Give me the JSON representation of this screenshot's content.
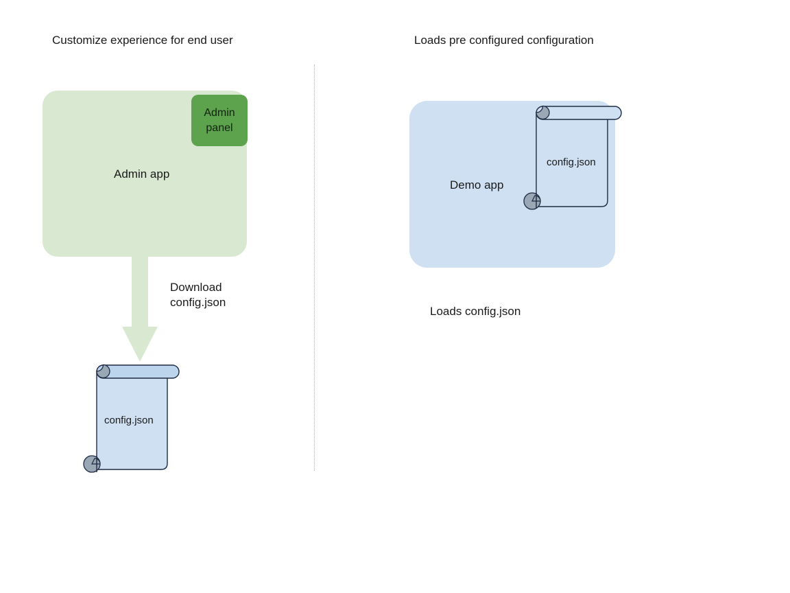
{
  "diagram": {
    "background_color": "#ffffff",
    "text_color": "#1a1a1a",
    "divider": {
      "style": "dotted-vertical",
      "color": "#b9b9bd"
    },
    "columns": [
      {
        "heading": "Customize experience for end user",
        "app": {
          "label": "Admin app",
          "fill": "#d9e8d0",
          "chip": {
            "label": "Admin\npanel",
            "fill": "#5da24d"
          }
        },
        "flow": {
          "arrow_label": "Download\nconfig.json",
          "arrow_fill": "#d9e8d0",
          "document_label": "config.json",
          "document_fill": "#cfe0f3",
          "document_stroke": "#1f2a44",
          "roll_fill": "#bcd4ec",
          "curl_fill": "#9aa7b4"
        }
      },
      {
        "heading": "Loads pre configured configuration",
        "app": {
          "label": "Demo app",
          "fill": "#cfe0f3"
        },
        "flow": {
          "document_label": "config.json",
          "document_fill": "#cfe0f3",
          "document_stroke": "#1f2a44",
          "roll_fill": "#cfe0f3",
          "curl_fill": "#9aa7b4",
          "caption": "Loads config.json"
        }
      }
    ]
  }
}
